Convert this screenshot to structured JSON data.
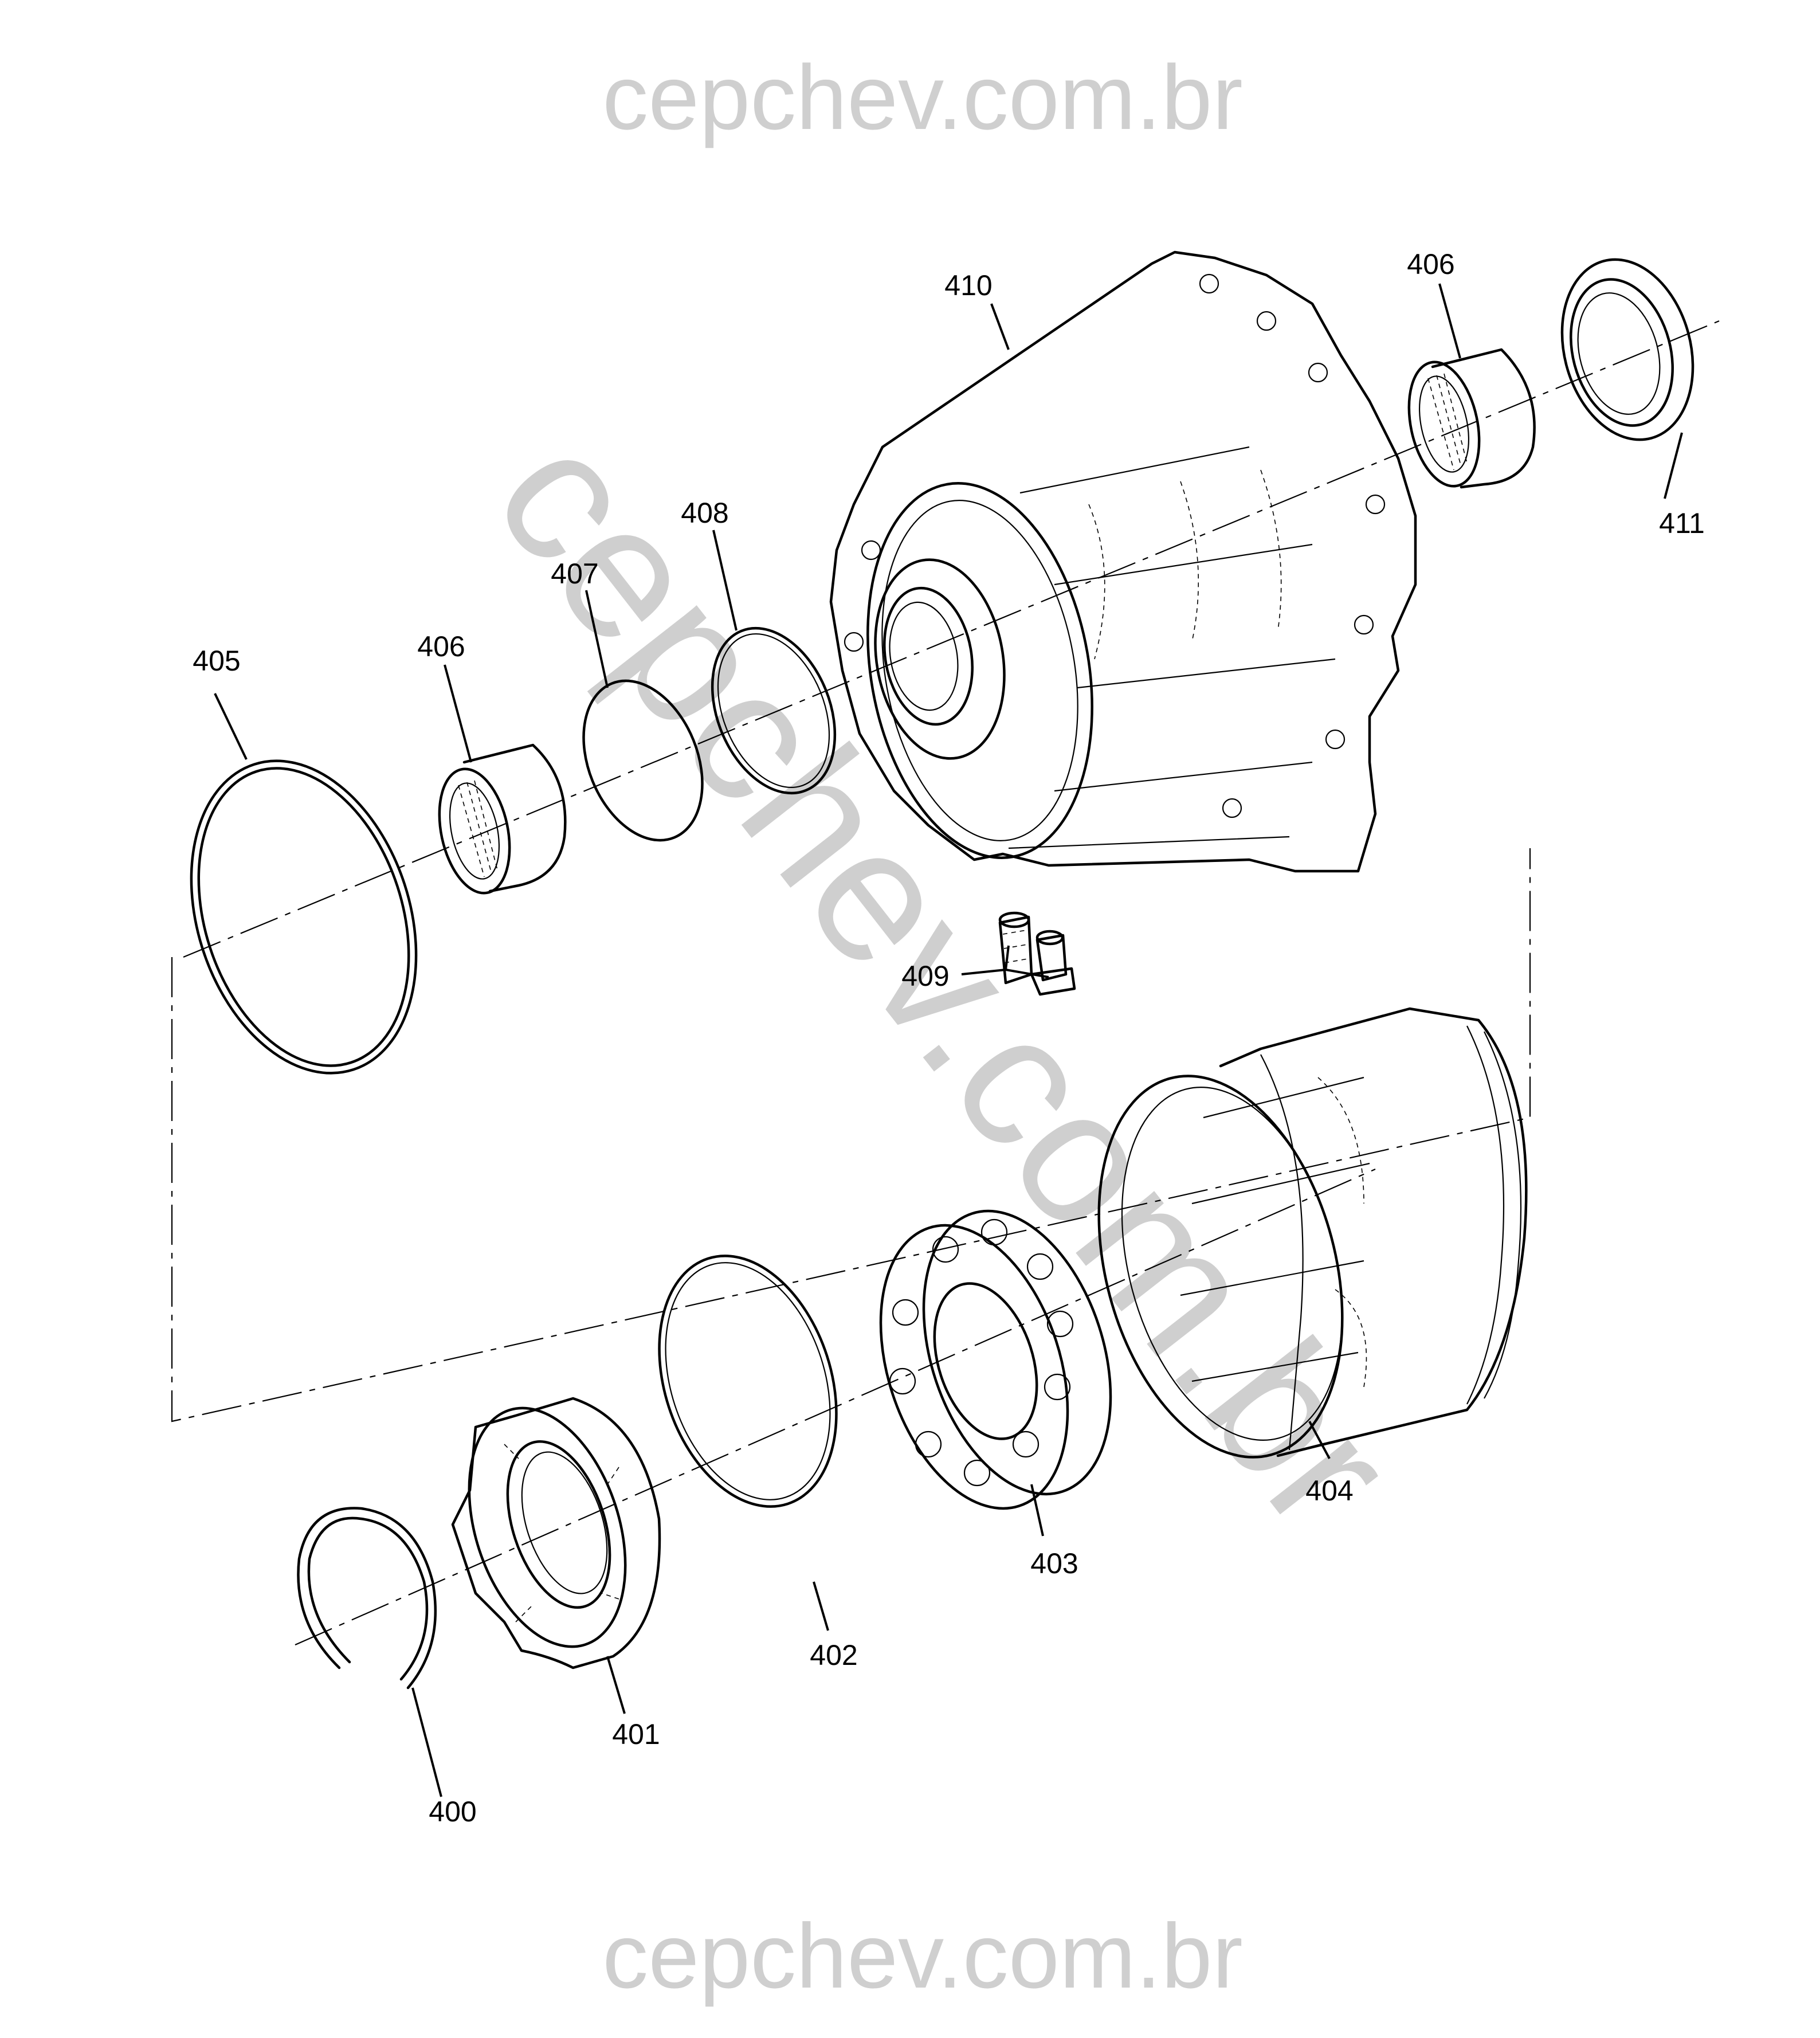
{
  "watermark": {
    "text": "cepchev.com.br",
    "color": "#cfcfcf"
  },
  "callouts": {
    "p400": "400",
    "p401": "401",
    "p402": "402",
    "p403": "403",
    "p404": "404",
    "p405": "405",
    "p406a": "406",
    "p406b": "406",
    "p407": "407",
    "p408": "408",
    "p409": "409",
    "p410": "410",
    "p411": "411"
  }
}
